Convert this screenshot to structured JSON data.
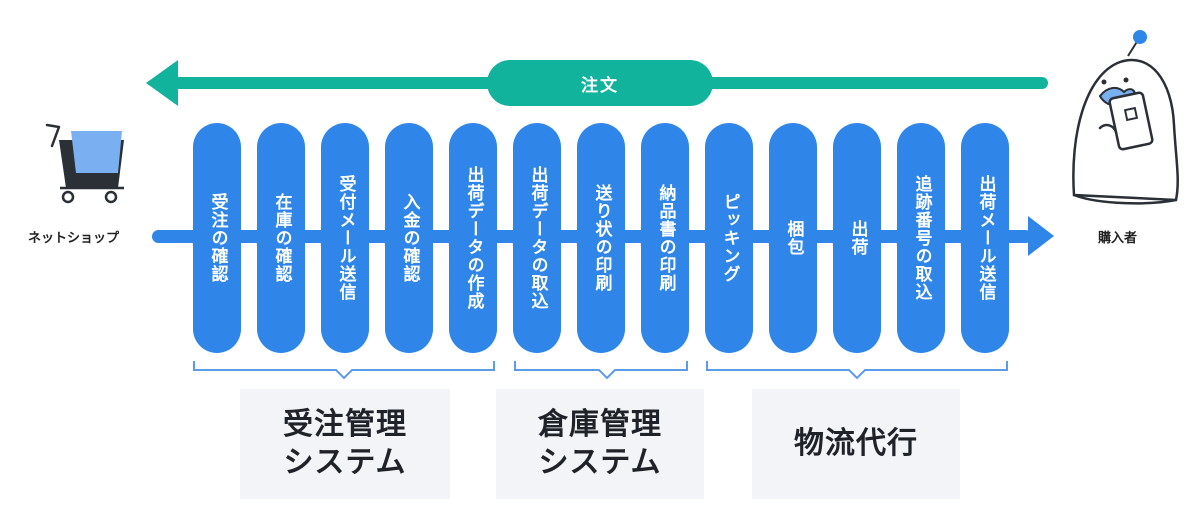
{
  "order_label": "注文",
  "shop_label": "ネットショップ",
  "buyer_label": "購入者",
  "steps": [
    "受注の確認",
    "在庫の確認",
    "受付メール送信",
    "入金の確認",
    "出荷データの作成",
    "出荷データの取込",
    "送り状の印刷",
    "納品書の印刷",
    "ピッキング",
    "梱包",
    "出荷",
    "追跡番号の取込",
    "出荷メール送信"
  ],
  "systems": [
    {
      "line1": "受注管理",
      "line2": "システム"
    },
    {
      "line1": "倉庫管理",
      "line2": "システム"
    },
    {
      "line1": "物流代行",
      "line2": ""
    }
  ],
  "colors": {
    "order_arrow": "#12b39c",
    "flow": "#2f86e8",
    "box_bg": "#f2f4f7",
    "bracket": "#5b9be8"
  }
}
